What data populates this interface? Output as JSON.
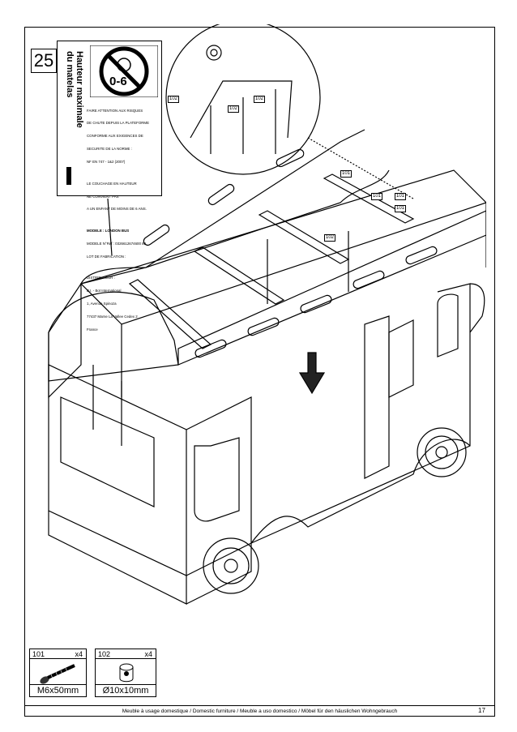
{
  "step_number": "25",
  "label": {
    "age_symbol": "0-6",
    "vertical_text_1": "Hauteur maximale",
    "vertical_text_2": "du matelas",
    "lines": [
      "FAIRE ATTENTION AUX RISQUES",
      "DE CHUTE DEPUIS LA PLATEFORME",
      "CONFORME AUX EXIGENCES DE",
      "SECURITE DE LA NORME :",
      "NF EN 747 - 1&2 (2007)",
      "",
      "LE COUCHAGE EN HAUTEUR",
      "NE CONVIENT PAS",
      "A UN ENFANT DE MOINS DE 6 ANS.",
      "",
      "MODELE : LONDON BUS",
      "MODELE N°Ref : 0326612674600 80",
      "LOT DE FABRICATION :",
      "",
      "DISTRIBUTEUR :",
      "B.I. - Bot International",
      "1, Avenue Spinoza",
      "77437 Marne La Vallee Cedex 2",
      "France"
    ]
  },
  "callouts": [
    "102",
    "102",
    "102",
    "101",
    "101",
    "101",
    "101",
    "102"
  ],
  "parts": [
    {
      "id": "101",
      "qty": "x4",
      "size": "M6x50mm",
      "icon": "screw-icon"
    },
    {
      "id": "102",
      "qty": "x4",
      "size": "Ø10x10mm",
      "icon": "barrel-nut-icon"
    }
  ],
  "footer_text": "Meuble à usage domestique / Domestic furniture / Meuble a uso domestico / Möbel für den häuslichen Wohngebrauch",
  "page_number": "17"
}
